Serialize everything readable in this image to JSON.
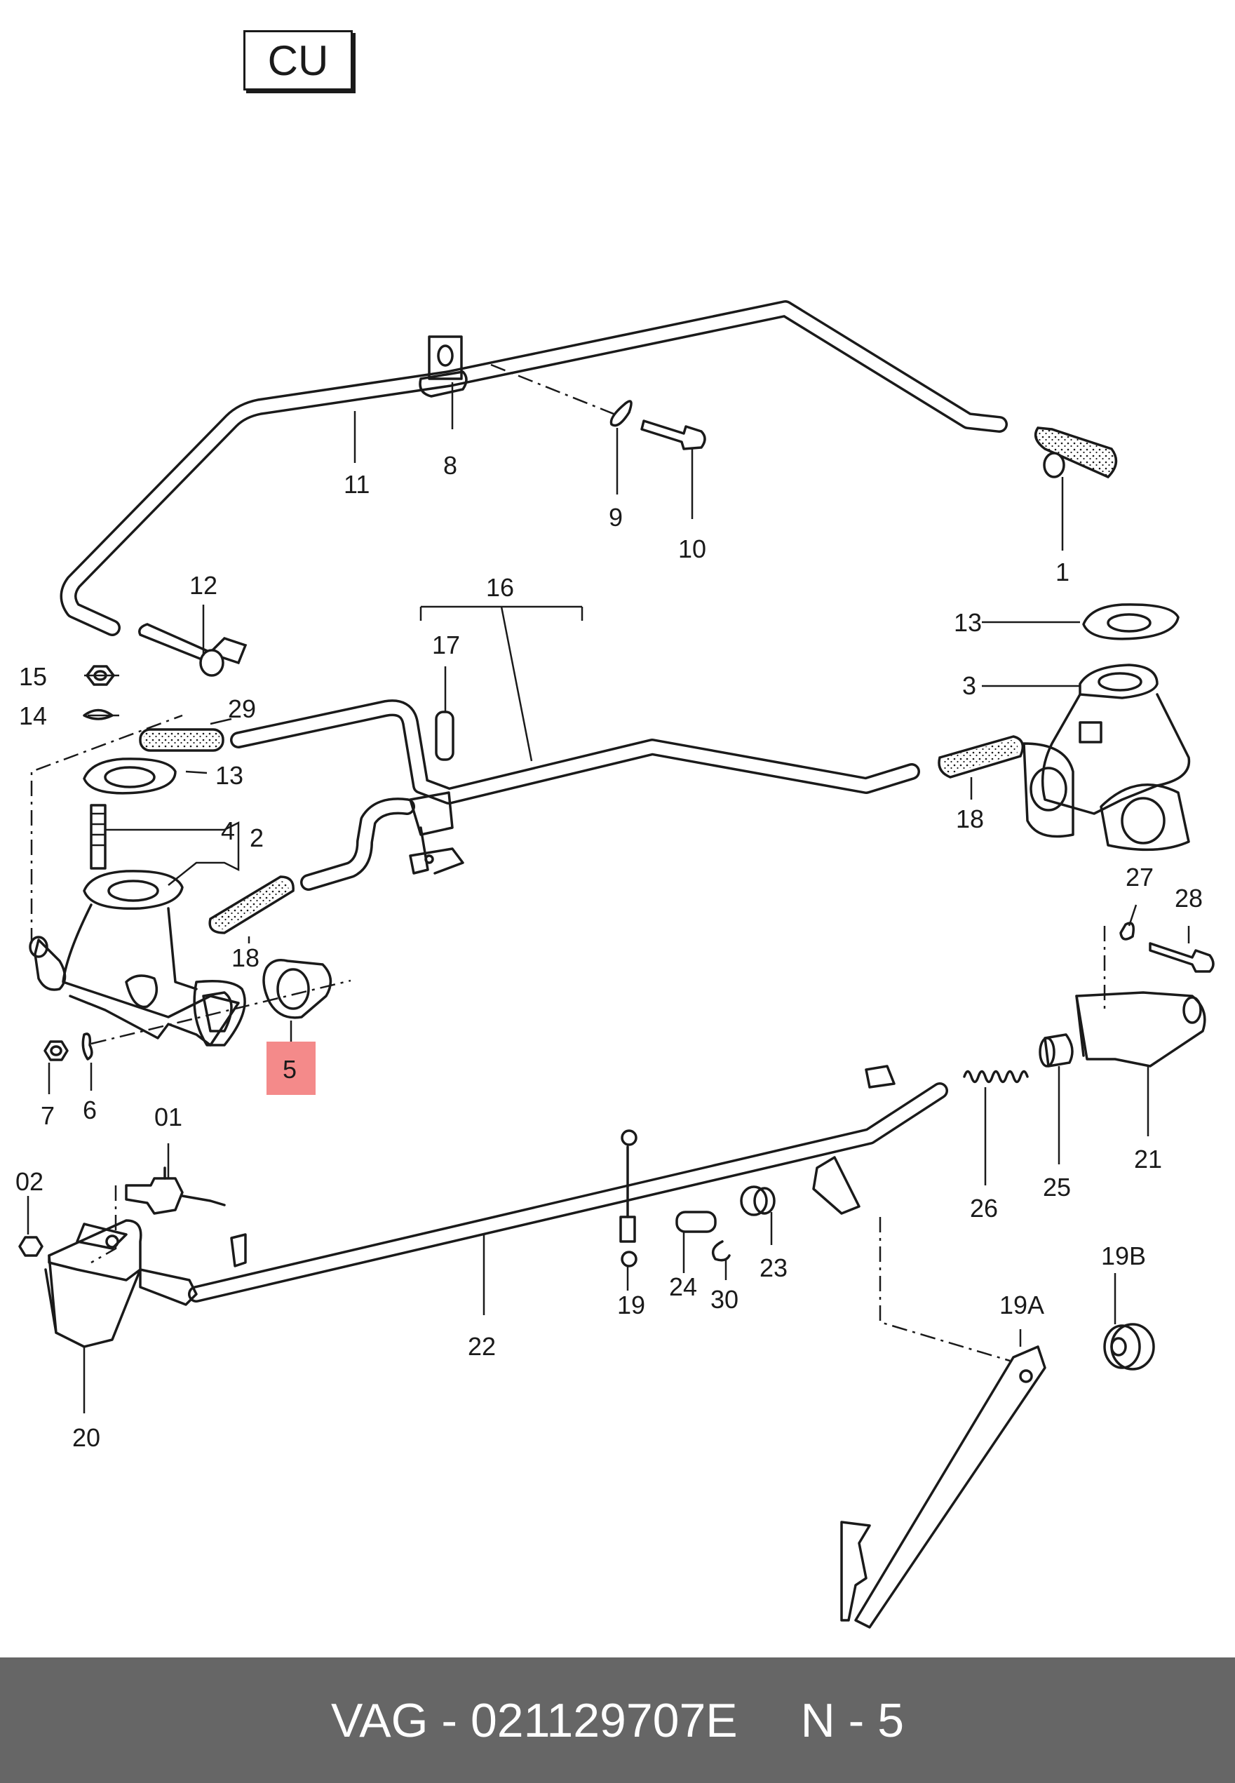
{
  "stamp": "CU",
  "highlighted_label": "5",
  "footer": {
    "part_ref": "VAG - 021129707E",
    "position": "N - 5"
  },
  "labels": {
    "l1": "1",
    "l2": "2",
    "l3": "3",
    "l4": "4",
    "l5": "5",
    "l6": "6",
    "l7": "7",
    "l8": "8",
    "l9": "9",
    "l10": "10",
    "l11": "11",
    "l12": "12",
    "l13a": "13",
    "l13b": "13",
    "l14": "14",
    "l15": "15",
    "l16": "16",
    "l17": "17",
    "l18a": "18",
    "l18b": "18",
    "l19": "19",
    "l19a": "19A",
    "l19b": "19B",
    "l20": "20",
    "l21": "21",
    "l22": "22",
    "l23": "23",
    "l24": "24",
    "l25": "25",
    "l26": "26",
    "l27": "27",
    "l28": "28",
    "l29": "29",
    "l30": "30",
    "l01": "01",
    "l02": "02"
  }
}
